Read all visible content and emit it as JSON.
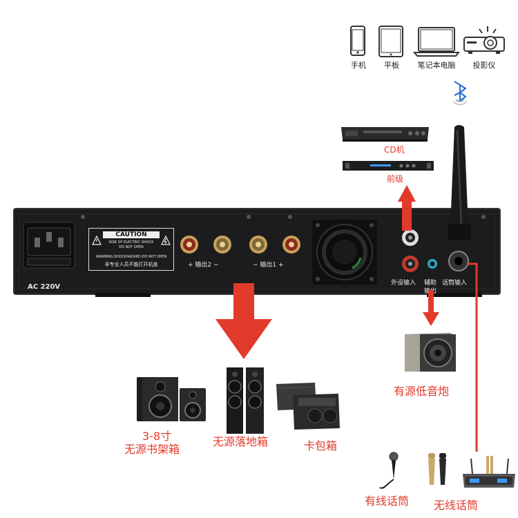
{
  "devices": {
    "phone": "手机",
    "tablet": "平板",
    "laptop": "笔记本电脑",
    "projector": "投影仪"
  },
  "sources": {
    "cd": "CD机",
    "preamp": "前级"
  },
  "panel": {
    "power": "AC  220V",
    "caution_title": "CAUTION",
    "caution_line1": "RISK OF ELECTRIC SHOCK",
    "caution_line2": "DO NOT OPEN",
    "caution_line3": "WARNING:SHOCKHAZARD-DO NOT OPEN",
    "caution_line4": "非专业人员不能打开机盖",
    "output2": "+  输出2  −",
    "output1": "−  输出1  +",
    "ext_input": "外设输入",
    "aux_out_1": "辅助",
    "aux_out_2": "输出",
    "mic_input": "话筒输入"
  },
  "outputs": {
    "subwoofer": "有源低音炮",
    "bookshelf_size": "3-8寸",
    "bookshelf": "无源书架箱",
    "floor": "无源落地箱",
    "ktv": "卡包箱",
    "wired_mic": "有线话筒",
    "wireless_mic": "无线话筒"
  },
  "colors": {
    "accent_red": "#e23a2a",
    "panel_black": "#1c1c1e",
    "bluetooth_blue": "#2a6fd6"
  }
}
